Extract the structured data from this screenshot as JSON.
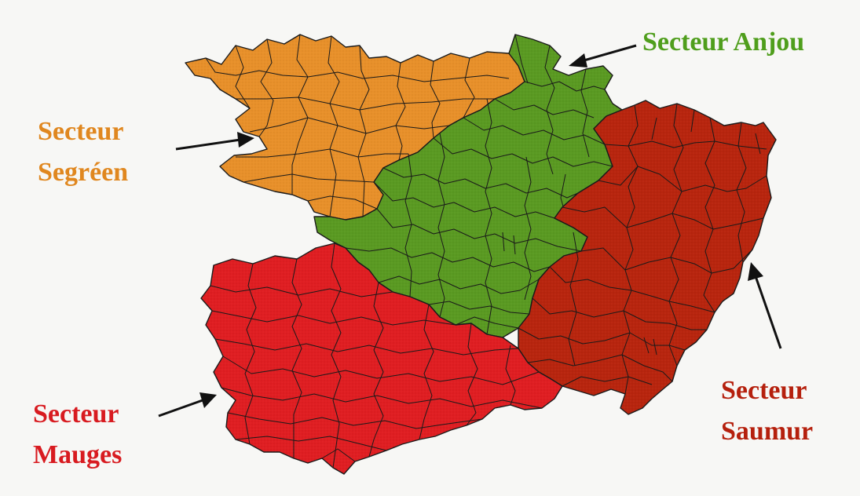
{
  "map": {
    "sectors": [
      {
        "id": "segreen",
        "label_line1": "Secteur",
        "label_line2": "Segréen",
        "color": "#e8902a"
      },
      {
        "id": "anjou",
        "label_line1": "Secteur Anjou",
        "label_line2": "",
        "color": "#5a9a22"
      },
      {
        "id": "saumur",
        "label_line1": "Secteur",
        "label_line2": "Saumur",
        "color": "#b8250e"
      },
      {
        "id": "mauges",
        "label_line1": "Secteur",
        "label_line2": "Mauges",
        "color": "#e01e22"
      }
    ],
    "label_colors": {
      "segreen": "#e0871f",
      "anjou": "#4f9e1c",
      "saumur": "#b5200d",
      "mauges": "#d81b20"
    }
  }
}
